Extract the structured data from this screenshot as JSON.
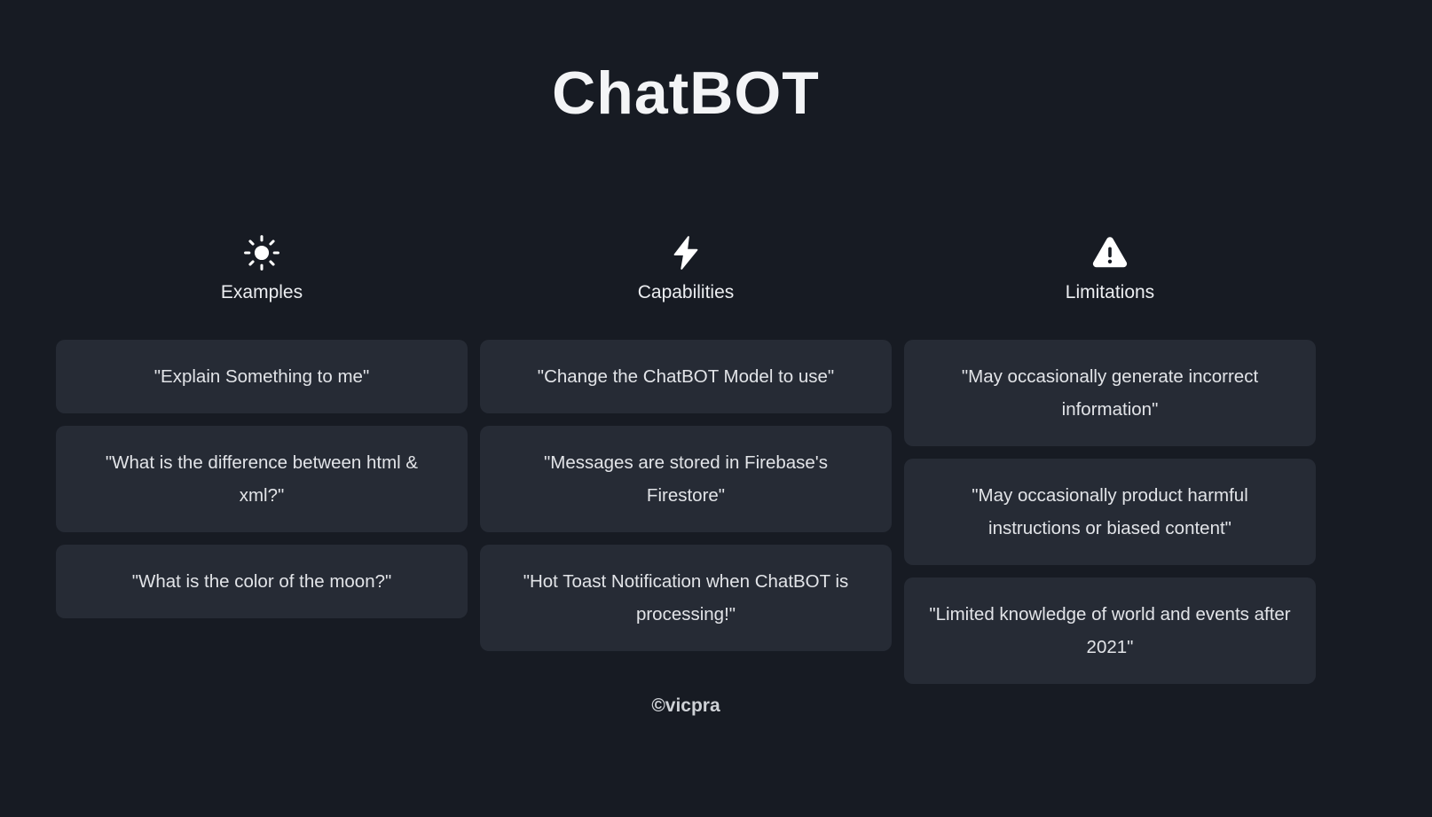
{
  "page": {
    "title": "ChatBOT",
    "footer": "©vicpra",
    "colors": {
      "background": "#171b23",
      "card": "#262b35",
      "text": "#e2e4e8",
      "title": "#f3f4f6",
      "icon": "#ffffff"
    }
  },
  "columns": [
    {
      "label": "Examples",
      "icon": "sun-icon",
      "cards": [
        "\"Explain Something to me\"",
        "\"What is the difference between html & xml?\"",
        "\"What is the color of the moon?\""
      ]
    },
    {
      "label": "Capabilities",
      "icon": "bolt-icon",
      "cards": [
        "\"Change the ChatBOT Model to use\"",
        "\"Messages are stored in Firebase's Firestore\"",
        "\"Hot Toast Notification when ChatBOT is processing!\""
      ]
    },
    {
      "label": "Limitations",
      "icon": "warning-icon",
      "cards": [
        "\"May occasionally generate incorrect information\"",
        "\"May occasionally product harmful instructions or biased content\"",
        "\"Limited knowledge of world and events after 2021\""
      ]
    }
  ]
}
